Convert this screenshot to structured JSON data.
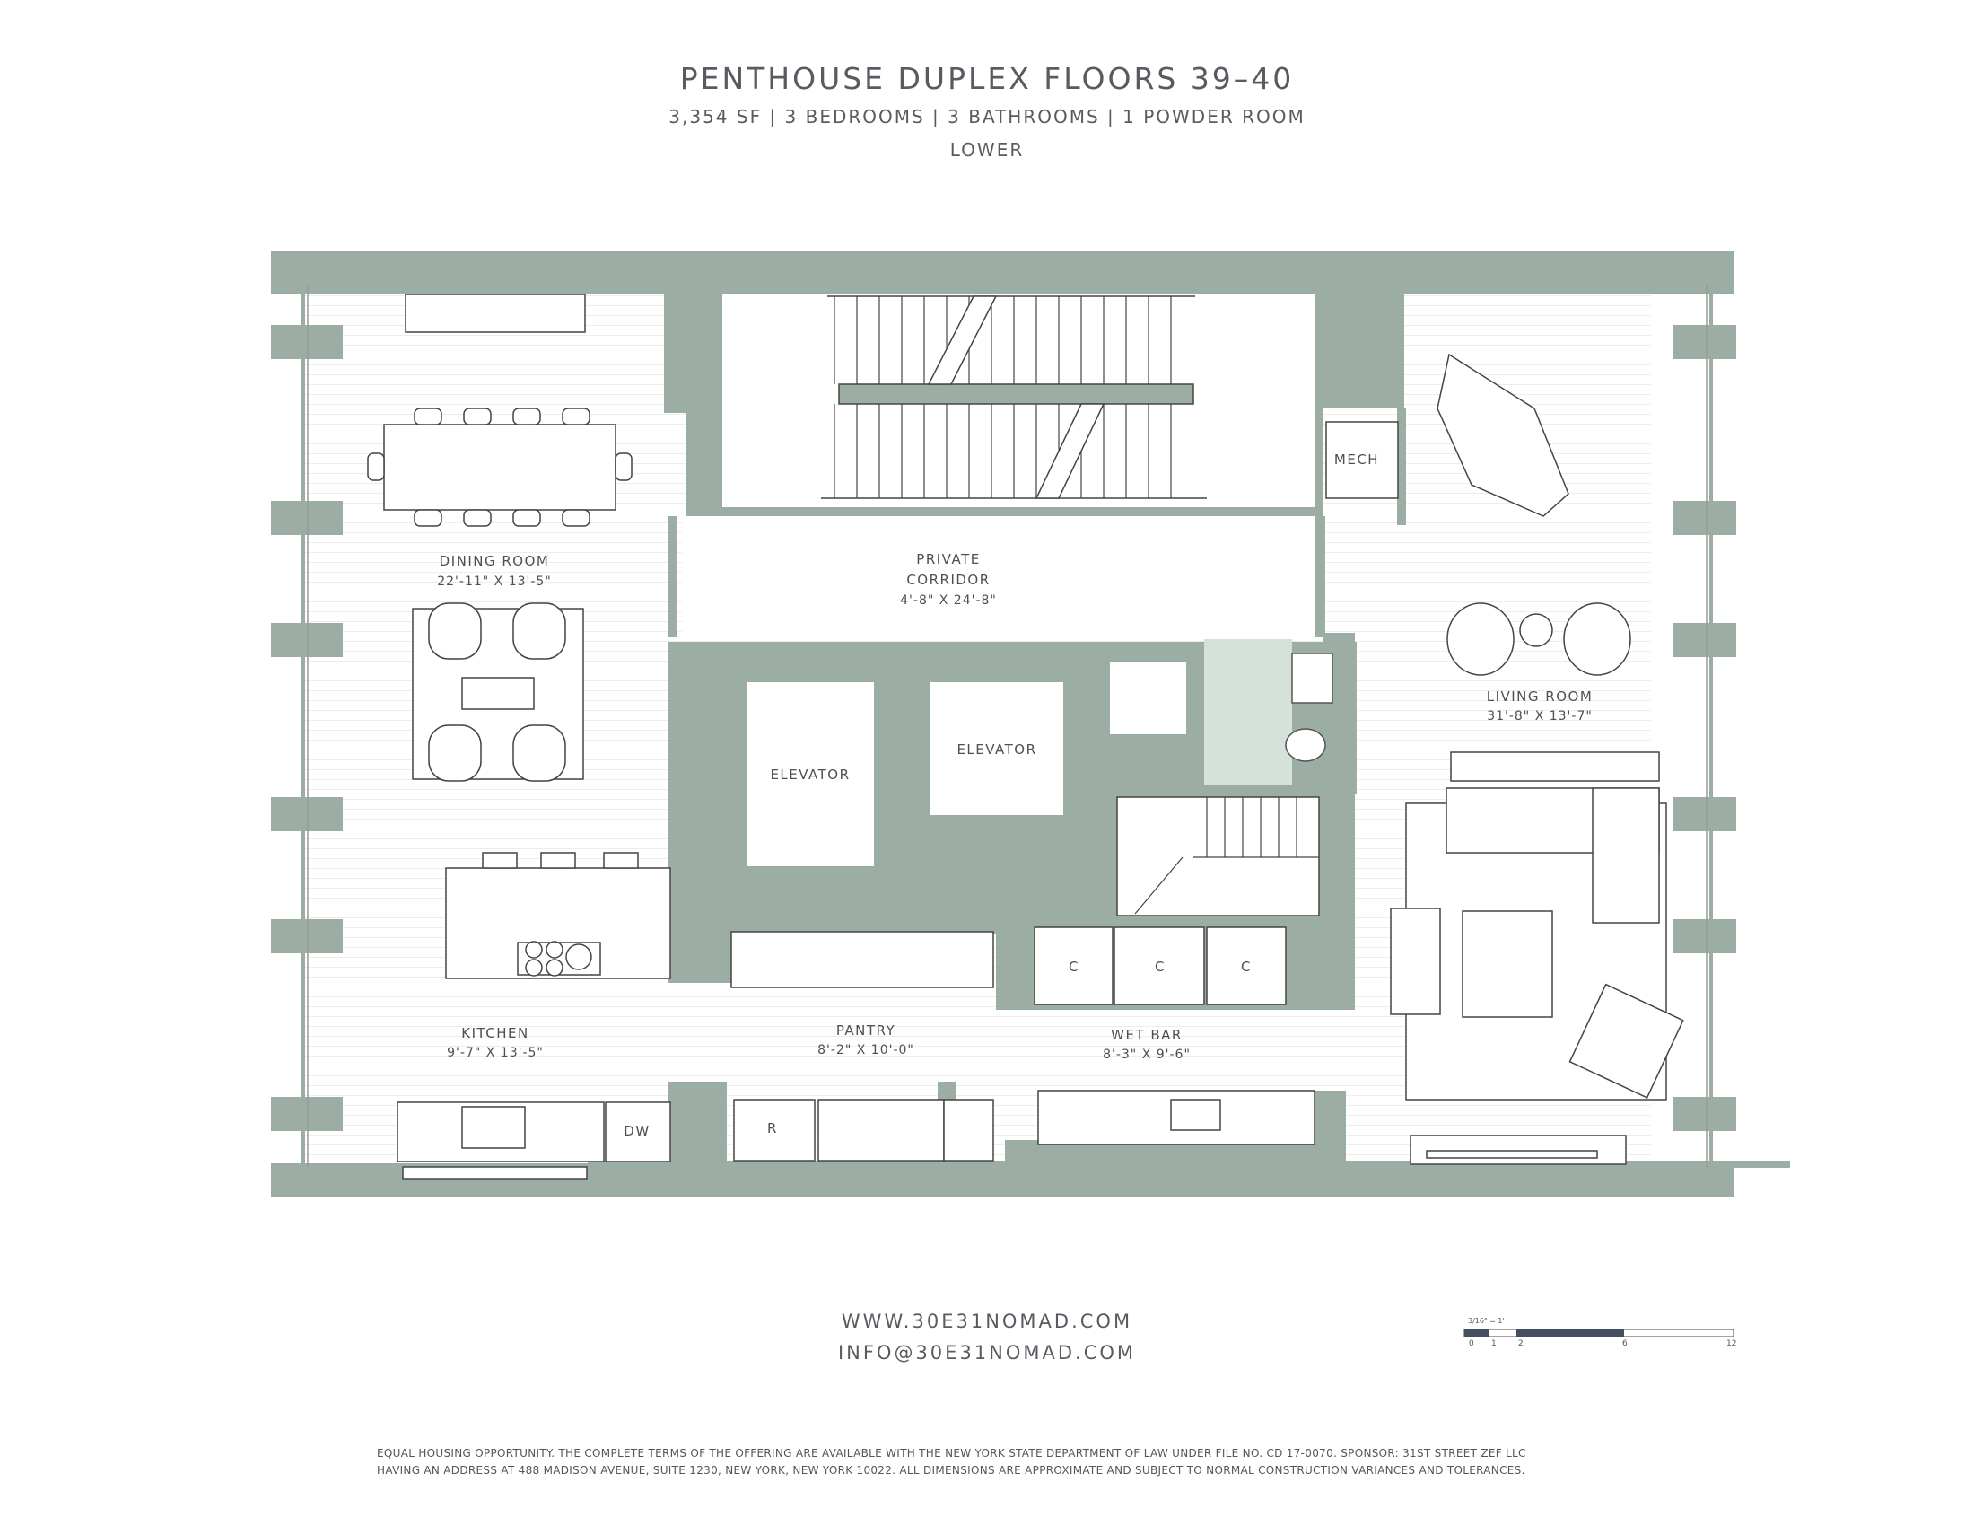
{
  "header": {
    "title": "PENTHOUSE DUPLEX FLOORS 39–40",
    "subtitle": "3,354 SF | 3 BEDROOMS | 3 BATHROOMS | 1 POWDER ROOM",
    "level": "LOWER"
  },
  "colors": {
    "wall": "#9caea4",
    "powder": "#d4e2da",
    "floor": "#ffffff",
    "scale_dark": "#434f5e"
  },
  "rooms": {
    "dining": {
      "name": "DINING ROOM",
      "dims": "22'-11\" X 13'-5\""
    },
    "corridor": {
      "name1": "PRIVATE",
      "name2": "CORRIDOR",
      "dims": "4'-8\" X 24'-8\""
    },
    "living": {
      "name": "LIVING ROOM",
      "dims": "31'-8\" X 13'-7\""
    },
    "kitchen": {
      "name": "KITCHEN",
      "dims": "9'-7\" X 13'-5\""
    },
    "pantry": {
      "name": "PANTRY",
      "dims": "8'-2\" X 10'-0\""
    },
    "wetbar": {
      "name": "WET BAR",
      "dims": "8'-3\" X 9'-6\""
    }
  },
  "fixtures": {
    "elevator_a": "ELEVATOR",
    "elevator_b": "ELEVATOR",
    "mech": "MECH",
    "dishwasher": "DW",
    "refrigerator": "R",
    "closets": [
      "C",
      "C",
      "C"
    ]
  },
  "contact": {
    "website": "WWW.30E31NOMAD.COM",
    "email": "INFO@30E31NOMAD.COM"
  },
  "scale": {
    "label": "3/16\" = 1'",
    "ticks": [
      "0",
      "1",
      "2",
      "6",
      "12"
    ]
  },
  "legal": {
    "line1": "EQUAL HOUSING OPPORTUNITY. THE COMPLETE TERMS OF THE OFFERING ARE AVAILABLE WITH THE NEW YORK STATE DEPARTMENT OF LAW UNDER FILE NO. CD 17-0070. SPONSOR: 31ST STREET ZEF LLC",
    "line2": "HAVING AN ADDRESS AT 488 MADISON AVENUE, SUITE 1230, NEW YORK, NEW YORK 10022. ALL DIMENSIONS ARE APPROXIMATE AND SUBJECT TO NORMAL CONSTRUCTION VARIANCES AND TOLERANCES."
  }
}
